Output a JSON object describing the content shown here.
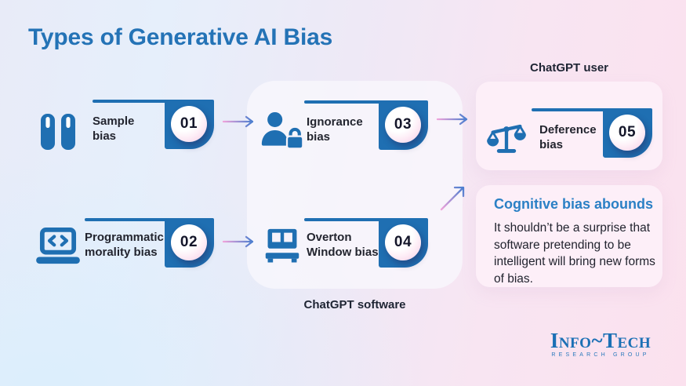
{
  "title": "Types of Generative AI Bias",
  "groups": {
    "user_label": "ChatGPT user",
    "software_label": "ChatGPT software"
  },
  "items": [
    {
      "number": "01",
      "label": "Sample bias",
      "icon": "test-tubes"
    },
    {
      "number": "02",
      "label": "Programmatic morality bias",
      "icon": "laptop-code"
    },
    {
      "number": "03",
      "label": "Ignorance bias",
      "icon": "user-lock"
    },
    {
      "number": "04",
      "label": "Overton Window bias",
      "icon": "window"
    },
    {
      "number": "05",
      "label": "Deference bias",
      "icon": "balance-scale"
    }
  ],
  "callout": {
    "heading": "Cognitive bias abounds",
    "body": "It shouldn’t be a surprise that software pretending to be intelligent will bring new forms of bias."
  },
  "logo": {
    "wordmark": "Info~Tech",
    "subtitle": "Research Group"
  },
  "colors": {
    "primary_blue": "#1F6FB2",
    "title_blue": "#2473B6",
    "heading_blue": "#2B80C5",
    "text_dark": "#23252F",
    "arrow_pink": "#EFA3DA",
    "arrow_blue": "#4B7ECF",
    "badge_pink": "#F4C9E4",
    "panel_lavender": "#F9F7FD",
    "panel_pink": "#FDF0F9"
  }
}
